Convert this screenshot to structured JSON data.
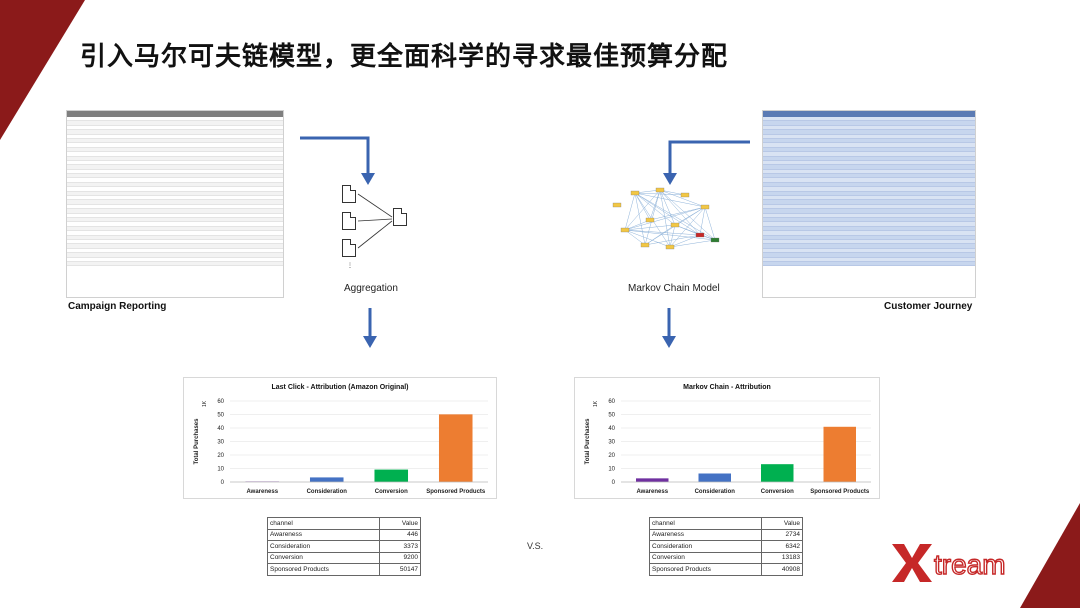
{
  "title": "引入马尔可夫链模型，更全面科学的寻求最佳预算分配",
  "labels": {
    "campaign_reporting": "Campaign Reporting",
    "aggregation": "Aggregation",
    "markov_model": "Markov Chain Model",
    "customer_journey": "Customer Journey",
    "vs": "V.S."
  },
  "logo_text": "tream",
  "chart_data": [
    {
      "type": "bar",
      "title": "Last Click - Attribution (Amazon Original)",
      "ylabel": "Total Purchases",
      "ylabel_unit": "1K",
      "categories": [
        "Awareness",
        "Consideration",
        "Conversion",
        "Sponsored Products"
      ],
      "values": [
        0.4,
        3.4,
        9.2,
        50.1
      ],
      "colors": [
        "#7030a0",
        "#4472c4",
        "#00b050",
        "#ed7d31"
      ],
      "ylim": [
        0,
        60
      ],
      "yticks": [
        0,
        10,
        20,
        30,
        40,
        50,
        60
      ]
    },
    {
      "type": "bar",
      "title": "Markov Chain - Attribution",
      "ylabel": "Total Purchases",
      "ylabel_unit": "1K",
      "categories": [
        "Awareness",
        "Consideration",
        "Conversion",
        "Sponsored Products"
      ],
      "values": [
        2.7,
        6.3,
        13.2,
        40.9
      ],
      "colors": [
        "#7030a0",
        "#4472c4",
        "#00b050",
        "#ed7d31"
      ],
      "ylim": [
        0,
        60
      ],
      "yticks": [
        0,
        10,
        20,
        30,
        40,
        50,
        60
      ]
    }
  ],
  "tables": [
    {
      "header": [
        "channel",
        "Value"
      ],
      "rows": [
        [
          "Awareness",
          "446"
        ],
        [
          "Consideration",
          "3373"
        ],
        [
          "Conversion",
          "9200"
        ],
        [
          "Sponsored Products",
          "50147"
        ]
      ]
    },
    {
      "header": [
        "channel",
        "Value"
      ],
      "rows": [
        [
          "Awareness",
          "2734"
        ],
        [
          "Consideration",
          "6342"
        ],
        [
          "Conversion",
          "13183"
        ],
        [
          "Sponsored Products",
          "40908"
        ]
      ]
    }
  ],
  "colors": {
    "accent": "#8b1a1a",
    "arrow": "#3a64b0"
  }
}
